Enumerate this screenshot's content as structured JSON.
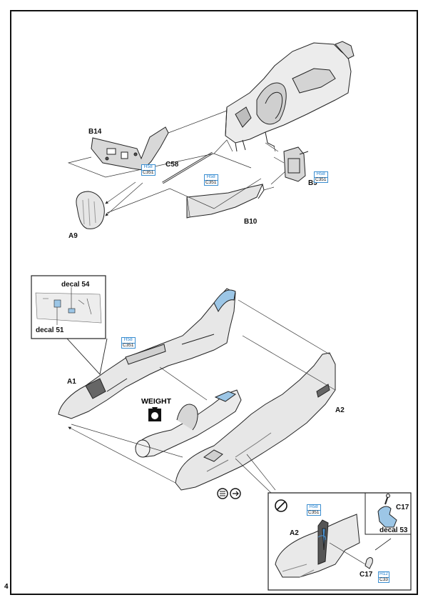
{
  "page": {
    "number": "4"
  },
  "parts": {
    "b14": "B14",
    "c58": "C58",
    "a9": "A9",
    "b10": "B10",
    "b9": "B9",
    "a1": "A1",
    "a2": "A2",
    "a2_detail": "A2",
    "c17": "C17",
    "c17_inset": "C17"
  },
  "decals": {
    "d54": "decal 54",
    "d51": "decal 51",
    "d53": "decal 53"
  },
  "weight": {
    "label": "WEIGHT"
  },
  "paints": {
    "b14": {
      "code1": "H58",
      "code2": "C351"
    },
    "c58": {
      "code1": "H58",
      "code2": "C351"
    },
    "b9": {
      "code1": "H58",
      "code2": "C351"
    },
    "a1": {
      "code1": "H58",
      "code2": "C351"
    },
    "a2_detail": {
      "code1": "H58",
      "code2": "C351"
    },
    "c17": {
      "code1": "H12",
      "code2": "C33"
    }
  },
  "colors": {
    "paint_blue": "#3b8ed0",
    "line": "#222222",
    "part_fill": "#e9e9e9"
  },
  "icons": [
    "weight-icon",
    "glue-icon",
    "arrow-icon",
    "no-glue-icon"
  ]
}
